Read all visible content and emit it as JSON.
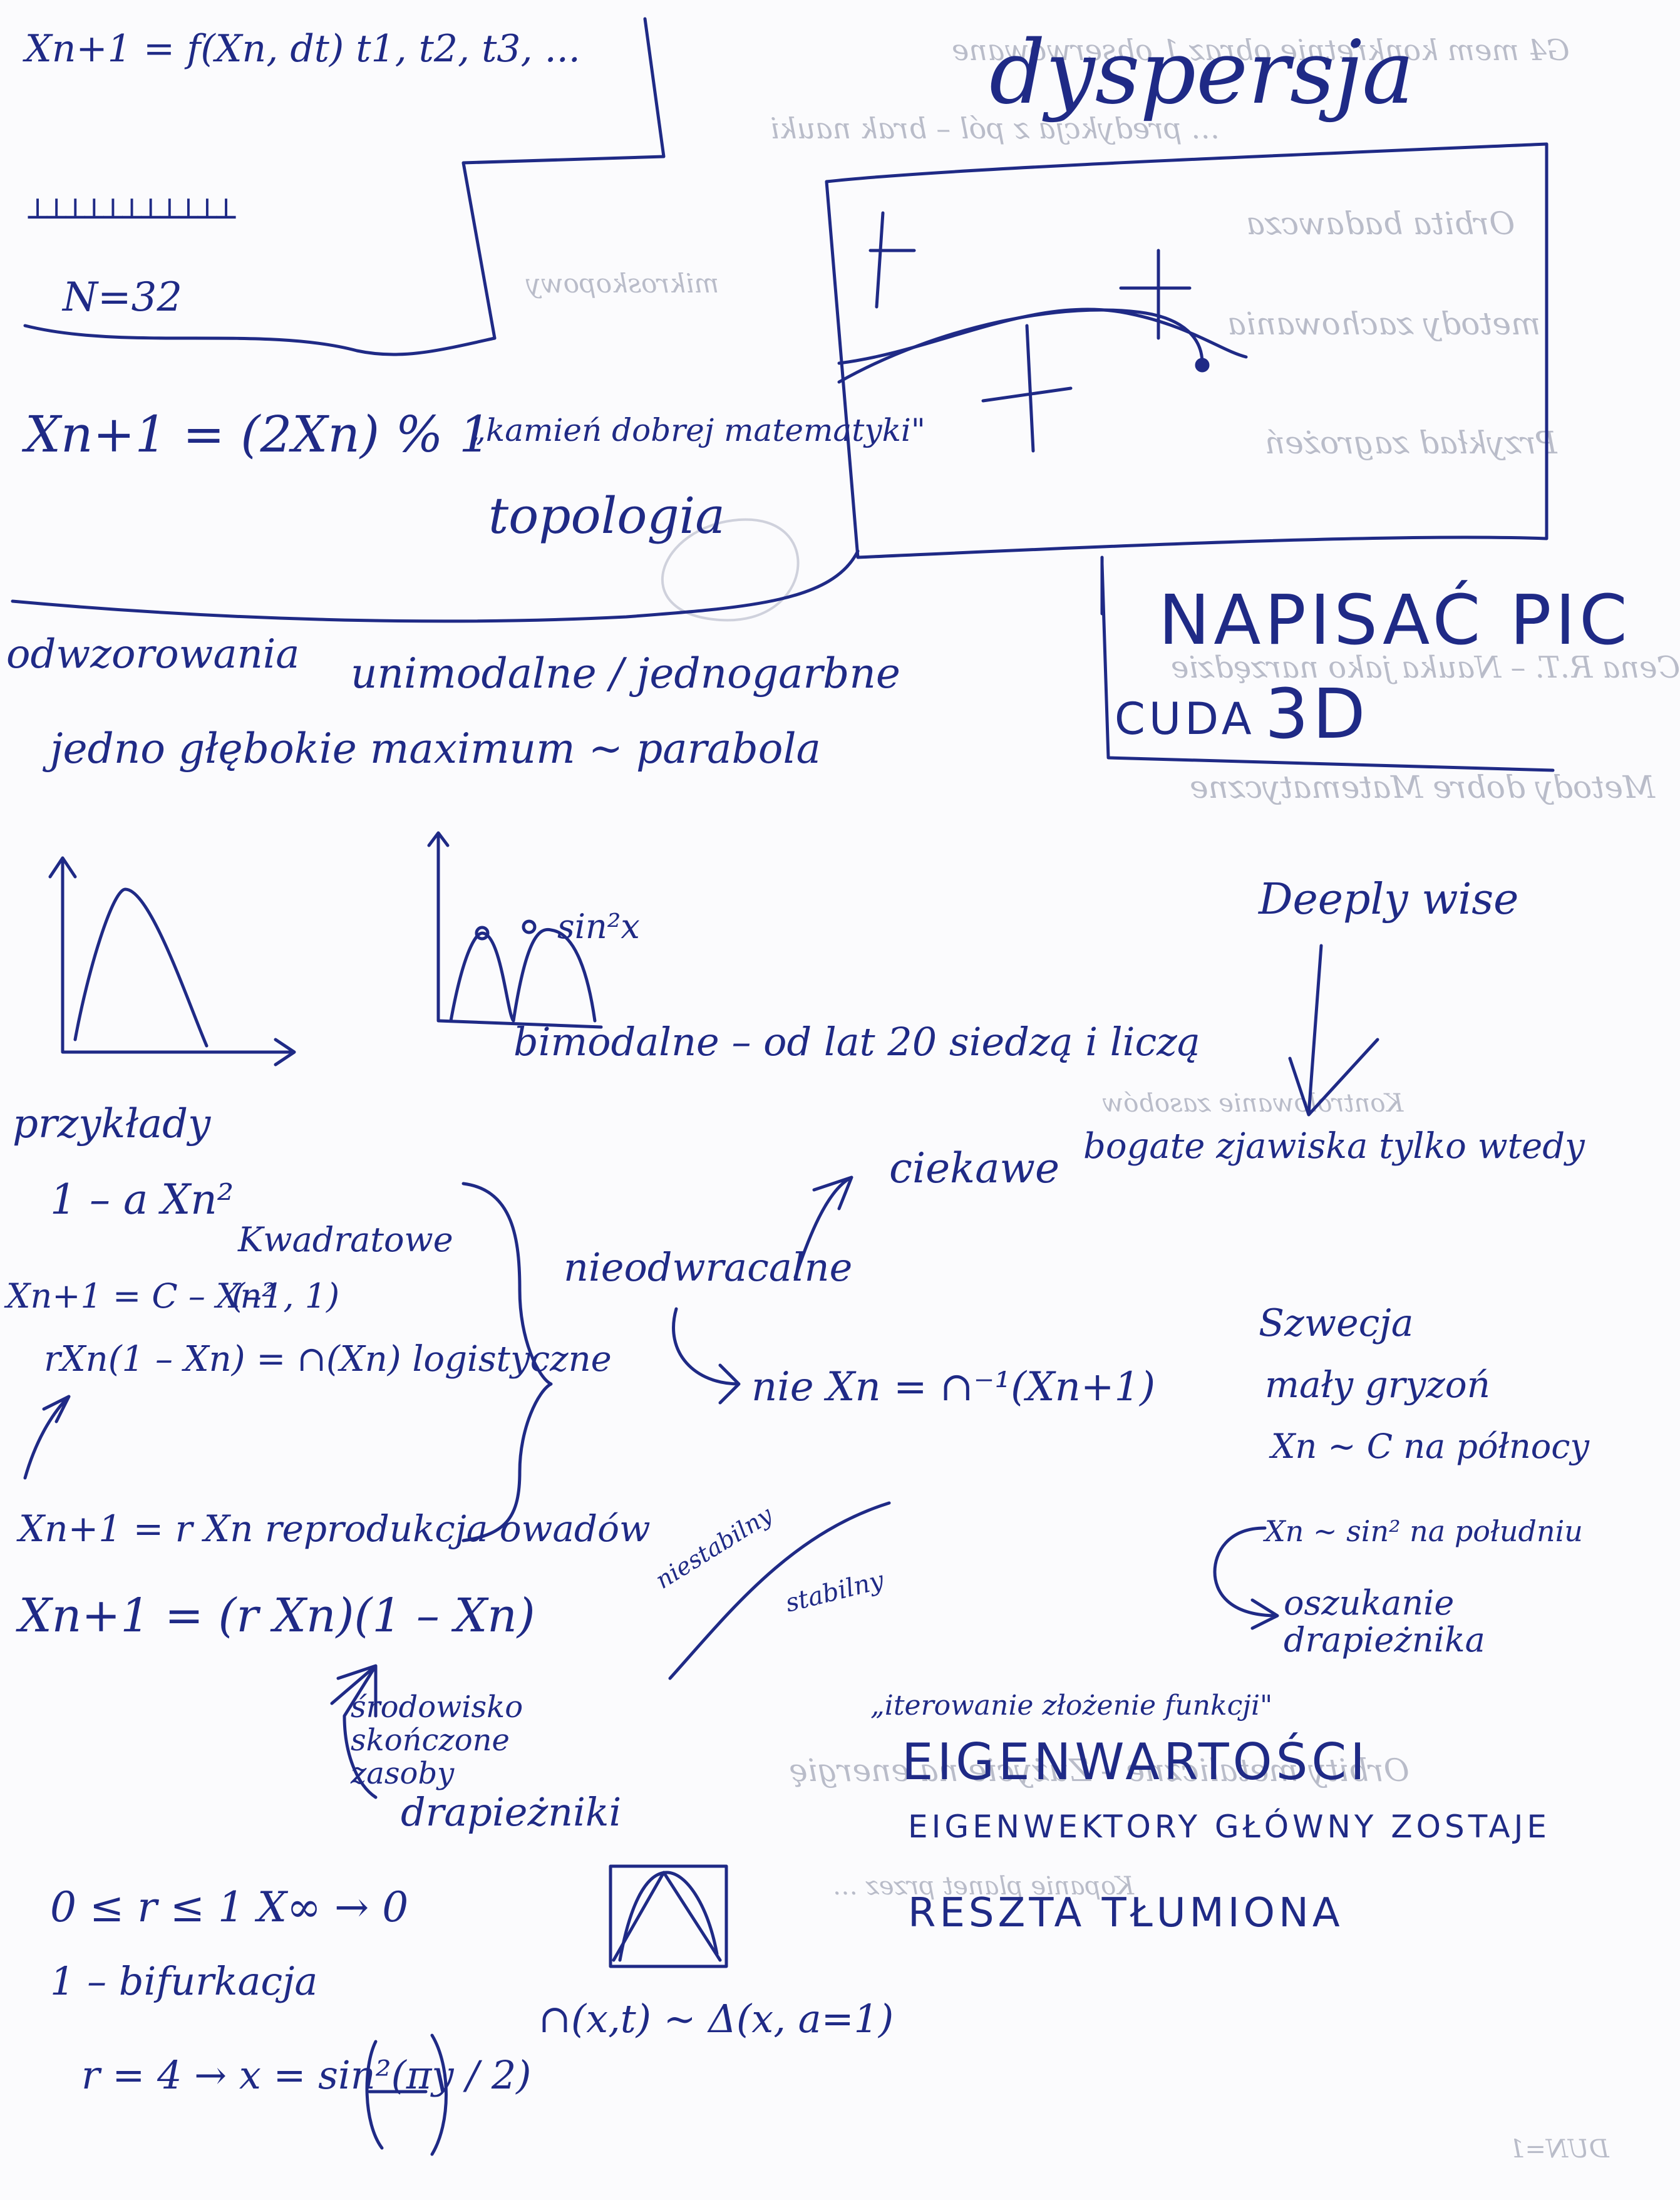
{
  "colors": {
    "ink": "#1f2a86",
    "paper": "#fbfbfd",
    "bleed_through": "#b9bcc9"
  },
  "ink_text": {
    "iter_formula": "Xn+1 = f(Xn, dt)   t1, t2, t3, ...",
    "n32": "N=32",
    "bernoulli_map": "Xn+1 = (2Xn) % 1",
    "dyspersja": "dyspersja",
    "quote_topology": "„kamień dobrej matematyki\"",
    "topologia": "topologia",
    "napisac": "NAPISAĆ PIC",
    "cuda": "CUDA",
    "num_3d": "3D",
    "odwzorowania": "odwzorowania",
    "unimodalne": "unimodalne / jednogarbne",
    "jedno_glebokie": "jedno głębokie maximum ~ parabola",
    "sin2x": "sin²x",
    "bimodalne": "bimodalne – od lat 20 siedzą i liczą",
    "deeply_wise": "Deeply wise",
    "przyklady": "przykłady",
    "eq_1_ax2": "1 – a Xn²",
    "kwadratowe": "Kwadratowe",
    "range_m11": "(–1, 1)",
    "eq_c_x2": "Xn+1 = C – Xn²",
    "eq_logistic": "rXn(1 – Xn) = ∩(Xn)  logistyczne",
    "nieodwracalne": "nieodwracalne",
    "ciekawe": "ciekawe",
    "bogate": "bogate zjawiska tylko wtedy",
    "nie_inverse": "nie Xn = ∩⁻¹(Xn+1)",
    "szwecja": "Szwecja",
    "maly_gryzon": "mały gryzoń",
    "xn_c": "Xn ~ C  na północy",
    "xn_sin2": "Xn ~ sin²  na południu",
    "oszukanie": "oszukanie drapieżnika",
    "eq_rxn": "Xn+1 = r Xn   reprodukcja owadów",
    "eq_logistic2": "Xn+1 = (r Xn)(1 – Xn)",
    "srodowisko": "środowisko skończone zasoby",
    "drapiezniki": "drapieżniki",
    "niestabilny": "niestabilny",
    "stabilny": "stabilny",
    "iterowanie": "„iterowanie złożenie funkcji\"",
    "eigenwartosci": "EIGENWARTOŚCI",
    "eigenwektory": "EIGENWEKTORY GŁÓWNY ZOSTAJE",
    "reszta": "RESZTA TŁUMIONA",
    "r_range": "0 ≤ r ≤ 1    X∞ → 0",
    "bifurkacja": "1 – bifurkacja",
    "r4": "r = 4 → x = sin²(πy / 2)",
    "tent": "∩(x,t) ~ Δ(x, a=1)"
  },
  "bleed_through_text": {
    "g1": "G4 mem konkretnie obraz 1 obserwowane",
    "g2": "… predykcja z pól – brak nauki",
    "g3": "Orbita badawcza",
    "g4": "mikroskopowy",
    "g5": "metody zachowania",
    "g6": "Przykład zagrożeń",
    "g7": "Cena R.T. – Nauka jako narzędzie",
    "g8": "Metody dobre Matematyczne",
    "g9": "Kontrolowanie zasobów",
    "g10": "Orbity metaliczne – Zużycie na energię",
    "g11": "Kopanie planet przez …",
    "g12": "DUN=1"
  }
}
